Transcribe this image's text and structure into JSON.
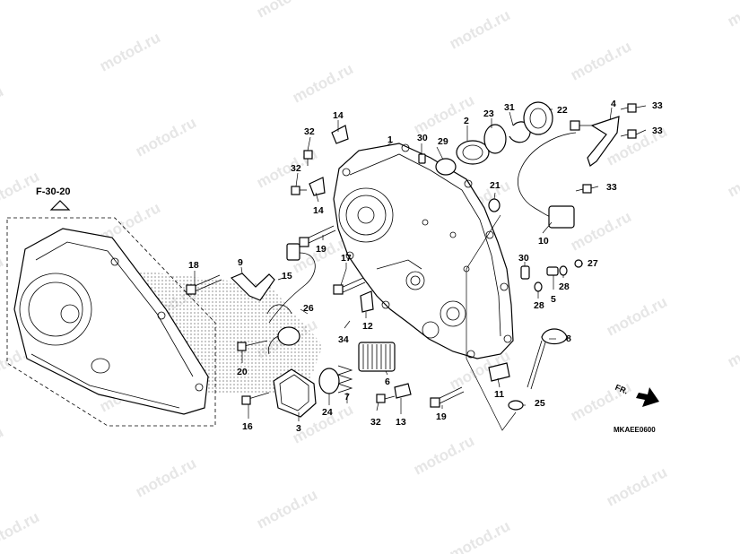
{
  "watermark": "motod.ru",
  "reference": "F-30-20",
  "diagram_code": "MKAEE0600",
  "front_marker": "FR.",
  "callouts": [
    "1",
    "2",
    "3",
    "4",
    "5",
    "6",
    "7",
    "8",
    "9",
    "10",
    "11",
    "12",
    "13",
    "14",
    "14",
    "15",
    "16",
    "17",
    "18",
    "19",
    "19",
    "20",
    "21",
    "22",
    "23",
    "24",
    "25",
    "26",
    "27",
    "28",
    "28",
    "29",
    "30",
    "30",
    "31",
    "32",
    "32",
    "32",
    "33",
    "33",
    "33",
    "34"
  ]
}
